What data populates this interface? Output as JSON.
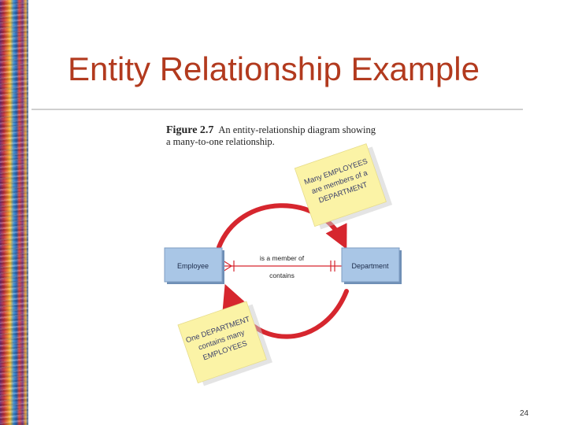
{
  "slide": {
    "title": "Entity Relationship Example",
    "page_number": "24"
  },
  "figure": {
    "label": "Figure 2.7",
    "caption_line1": "An entity-relationship diagram showing",
    "caption_line2": "a many-to-one relationship."
  },
  "diagram": {
    "entity_left": "Employee",
    "entity_right": "Department",
    "relation_top": "is a member of",
    "relation_bottom": "contains",
    "note_top": [
      "Many EMPLOYEES",
      "are members of a",
      "DEPARTMENT"
    ],
    "note_bottom": [
      "One DEPARTMENT",
      "contains many",
      "EMPLOYEES"
    ],
    "colors": {
      "arrow": "#d6262e",
      "box_fill": "#a9c6e6",
      "note_fill": "#fbf3a6",
      "title": "#b23a1e"
    }
  }
}
